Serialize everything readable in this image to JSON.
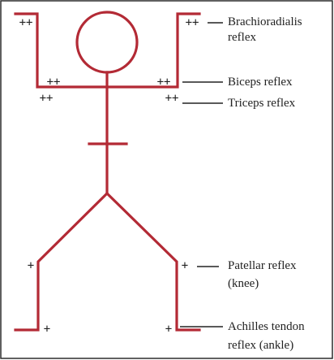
{
  "colors": {
    "frame": "#2b2b2b",
    "figure": "#b32a35",
    "text": "#222222"
  },
  "grades": {
    "plus_two": "++",
    "plus_one": "+"
  },
  "labels": {
    "brachioradialis": [
      "Brachioradialis",
      "reflex"
    ],
    "biceps": [
      "Biceps reflex"
    ],
    "triceps": [
      "Triceps reflex"
    ],
    "patellar": [
      "Patellar reflex",
      "(knee)"
    ],
    "achilles": [
      "Achilles tendon",
      "reflex (ankle)"
    ]
  }
}
